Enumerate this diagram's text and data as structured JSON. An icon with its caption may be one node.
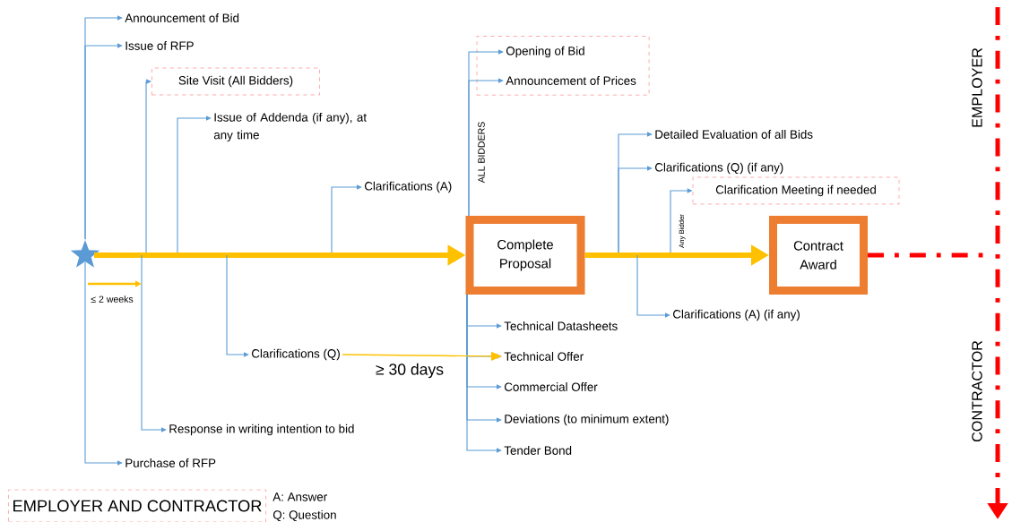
{
  "diagram": {
    "nodes": [
      {
        "text": [
          "Announcement of Bid"
        ]
      },
      {
        "text": [
          "Issue of RFP"
        ]
      },
      {
        "text": [
          "Site Visit (All Bidders)"
        ]
      },
      {
        "text": [
          "Issue of Addenda (if any), at any time"
        ]
      },
      {
        "text": [
          "Clarifications (A)"
        ]
      },
      {
        "text": [],
        "shape": "box"
      },
      {
        "text": [
          "Opening of Bid"
        ],
        "in": 5
      },
      {
        "text": [
          "Announcement of Prices"
        ],
        "in": 5
      },
      {
        "text": [
          "Detailed Evaluation of all Bids"
        ]
      },
      {
        "text": [
          "Clarifications (Q) (if any)"
        ]
      },
      {
        "text": [
          "Clarification Meeting if needed"
        ]
      },
      {
        "text": [],
        "shape": "star"
      },
      {
        "text": [
          "Complete Proposal"
        ]
      },
      {
        "text": [
          "Contract Award"
        ]
      },
      {
        "text": [
          "Clarifications (A) (if any)"
        ]
      },
      {
        "text": [
          "Technical Datasheets"
        ]
      },
      {
        "text": [
          "Technical Offer"
        ]
      },
      {
        "text": [
          "Commercial Offer"
        ]
      },
      {
        "text": [
          "Deviations (to minimum extent)"
        ]
      },
      {
        "text": [
          "Tender Bond"
        ]
      },
      {
        "text": [
          "Clarifications (Q)"
        ]
      },
      {
        "text": [
          "Response in writing intention to bid"
        ]
      },
      {
        "text": [
          "Purchase of RFP"
        ]
      },
      {
        "text": [
          "EMPLOYER AND CONTRACTOR"
        ]
      }
    ],
    "edges": [
      {
        "from": 11,
        "to": 0,
        "arrow": "to"
      },
      {
        "from": 11,
        "to": 1,
        "arrow": "to"
      },
      {
        "from": 11,
        "to": 22,
        "arrow": "to"
      },
      {
        "from": null,
        "to": 2,
        "arrow": "to"
      },
      {
        "from": null,
        "to": 3,
        "arrow": "to"
      },
      {
        "from": null,
        "to": 4,
        "arrow": "to"
      },
      {
        "from": 11,
        "to": 12,
        "arrow": "to",
        "style": "thick",
        "color": "#ffc000"
      },
      {
        "from": 12,
        "to": 6,
        "arrow": "to",
        "label": "ALL BIDDERS"
      },
      {
        "from": 12,
        "to": 7,
        "arrow": "to"
      },
      {
        "from": null,
        "to": 8,
        "arrow": "to"
      },
      {
        "from": null,
        "to": 9,
        "arrow": "to"
      },
      {
        "from": null,
        "to": 10,
        "arrow": "to",
        "label": "Any Bidder"
      },
      {
        "from": 12,
        "to": 13,
        "arrow": "to",
        "style": "thick",
        "color": "#ffc000"
      },
      {
        "from": null,
        "to": 14,
        "arrow": "to"
      },
      {
        "from": 12,
        "to": 15,
        "arrow": "to"
      },
      {
        "from": 12,
        "to": 16,
        "arrow": "to"
      },
      {
        "from": 12,
        "to": 17,
        "arrow": "to"
      },
      {
        "from": 12,
        "to": 18,
        "arrow": "to"
      },
      {
        "from": 12,
        "to": 19,
        "arrow": "to"
      },
      {
        "from": null,
        "to": 20,
        "arrow": "to"
      },
      {
        "from": null,
        "to": 21,
        "arrow": "to"
      },
      {
        "from": 20,
        "to": 16,
        "arrow": "to",
        "label": "≥ 30 days",
        "color": "#ffc000"
      },
      {
        "from": 13,
        "to": null,
        "arrow": "none",
        "style": "dashed",
        "color": "#ff0000"
      }
    ],
    "labels": [
      "≤ 2 weeks",
      "EMPLOYER",
      "CONTRACTOR",
      "A: Answer",
      "Q: Question"
    ]
  }
}
